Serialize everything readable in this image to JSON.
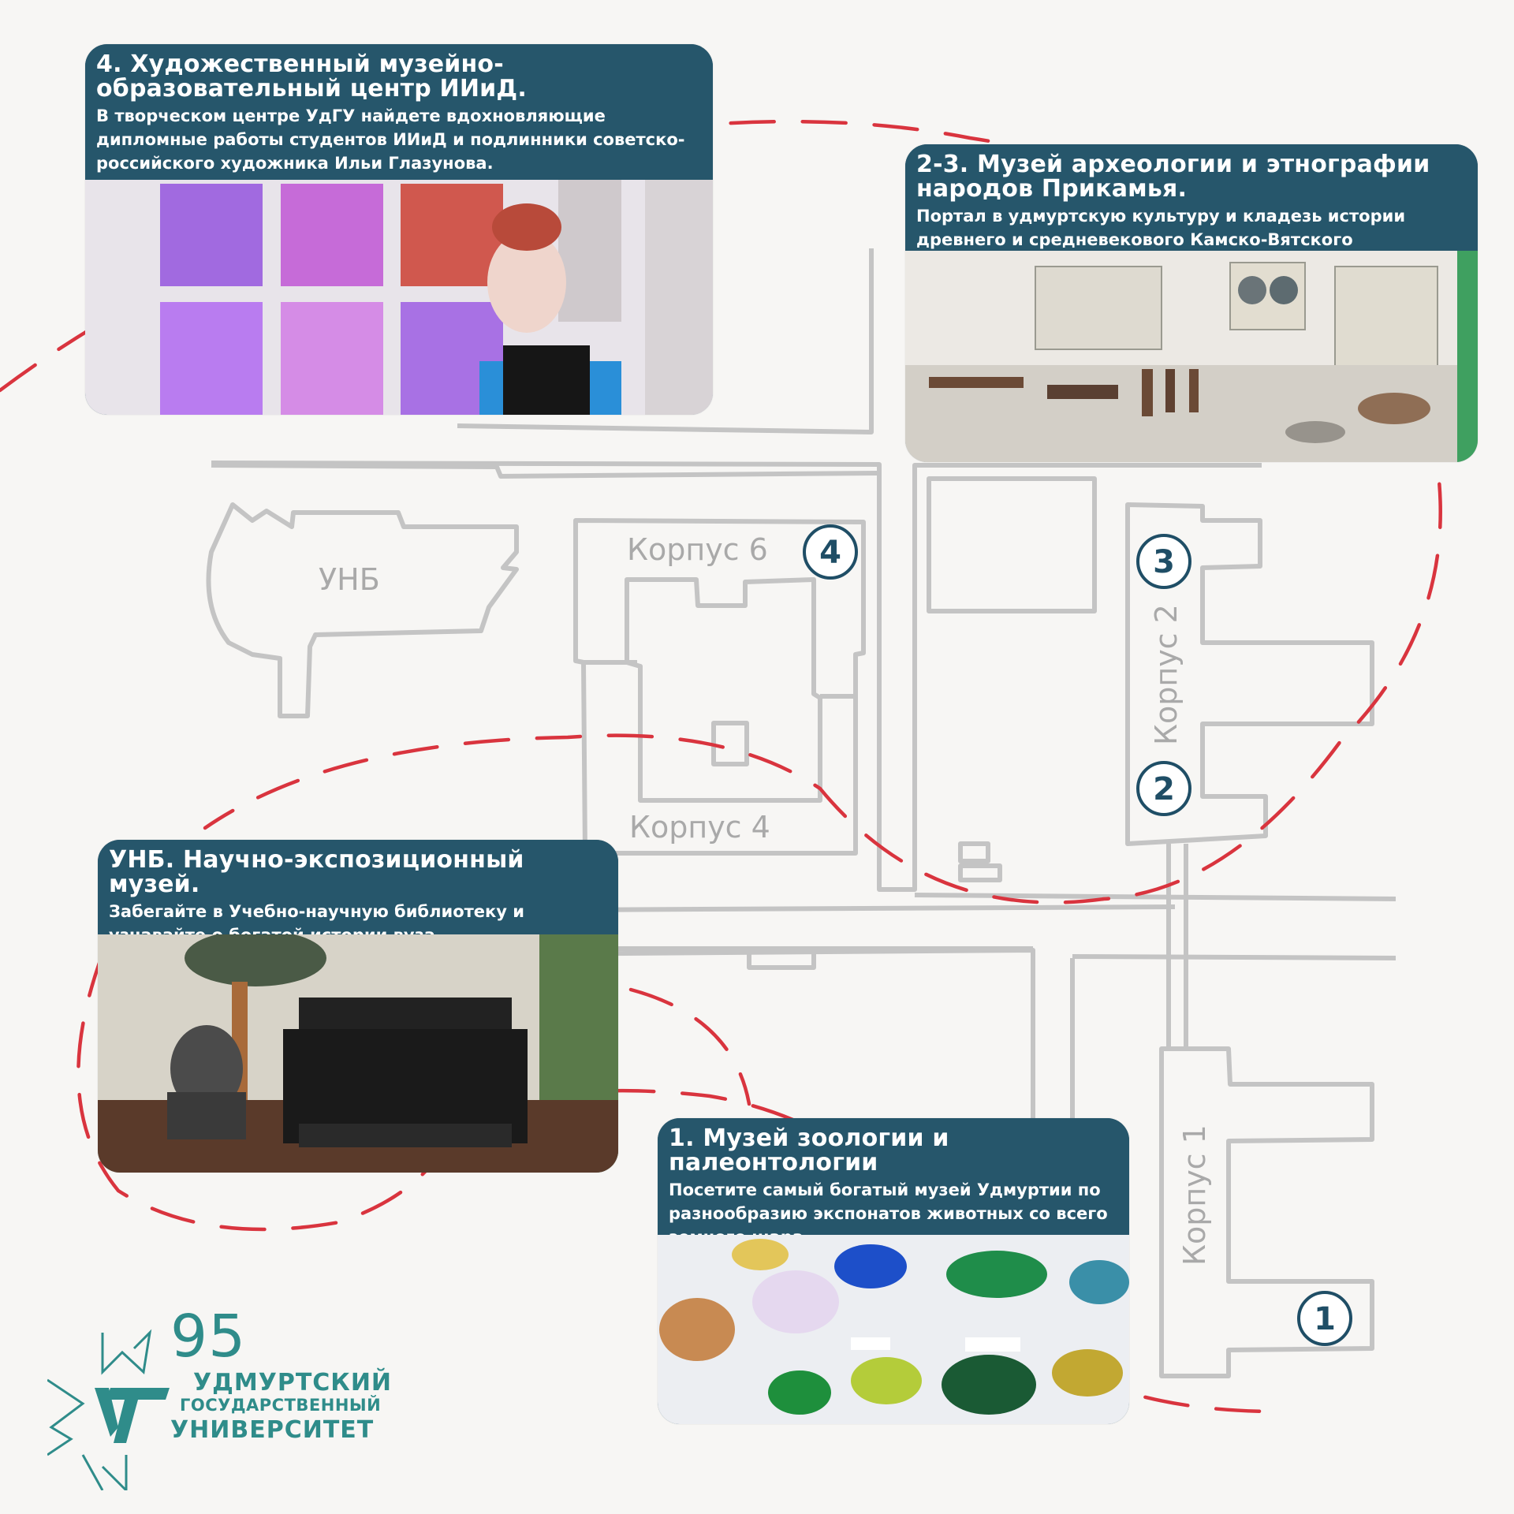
{
  "map": {
    "labels": {
      "unb": "УНБ",
      "korpus6": "Корпус 6",
      "korpus4": "Корпус 4",
      "korpus2": "Корпус 2",
      "korpus1": "Корпус 1"
    },
    "markers": [
      "1",
      "2",
      "3",
      "4"
    ],
    "colors": {
      "building": "#c4c4c4",
      "route": "#d9343e",
      "marker": "#1f4e66",
      "card": "#26566b"
    }
  },
  "cards": {
    "art": {
      "title": "4. Художественный музейно-образовательный центр ИИиД.",
      "desc": "В творческом центре УдГУ найдете вдохновляющие дипломные работы студентов ИИиД и подлинники советско-российского художника Ильи Глазунова."
    },
    "arch": {
      "title": "2-3. Музей археологии и этнографии народов Прикамья.",
      "desc": "Портал в удмуртскую культуру и кладезь истории древнего и средневекового Камско-Вятского междуречья."
    },
    "unb": {
      "title": "УНБ. Научно-экспозиционный музей.",
      "desc": "Забегайте в Учебно-научную библиотеку и узнавайте о богатой истории вуза."
    },
    "zoo": {
      "title": "1. Музей зоологии и палеонтологии",
      "desc": "Посетите самый богатый музей Удмуртии по разнообразию экспонатов животных со всего земного шара."
    }
  },
  "logo": {
    "number": "95",
    "line1": "УДМУРТСКИЙ",
    "line2": "ГОСУДАРСТВЕННЫЙ",
    "line3": "УНИВЕРСИТЕТ",
    "color": "#2f8c8a"
  }
}
